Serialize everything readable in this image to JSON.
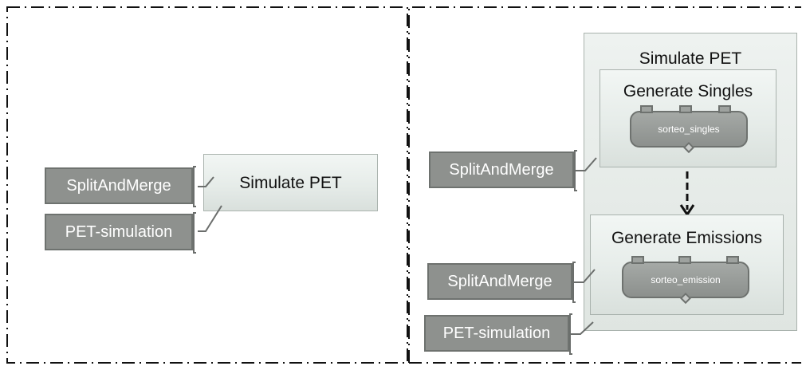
{
  "left_panel": {
    "box": {
      "title": "Simulate PET"
    },
    "tags": [
      "SplitAndMerge",
      "PET-simulation"
    ]
  },
  "right_panel": {
    "outer": {
      "title": "Simulate PET"
    },
    "singles": {
      "title": "Generate Singles",
      "component": "sorteo_singles",
      "tag": "SplitAndMerge"
    },
    "emissions": {
      "title": "Generate Emissions",
      "component": "sorteo_emission",
      "tag": "SplitAndMerge"
    },
    "outer_tag": "PET-simulation"
  },
  "colors": {
    "tag_fill": "#8e918e",
    "tag_border": "#6e726f",
    "box_fill": "#e6ece9"
  }
}
